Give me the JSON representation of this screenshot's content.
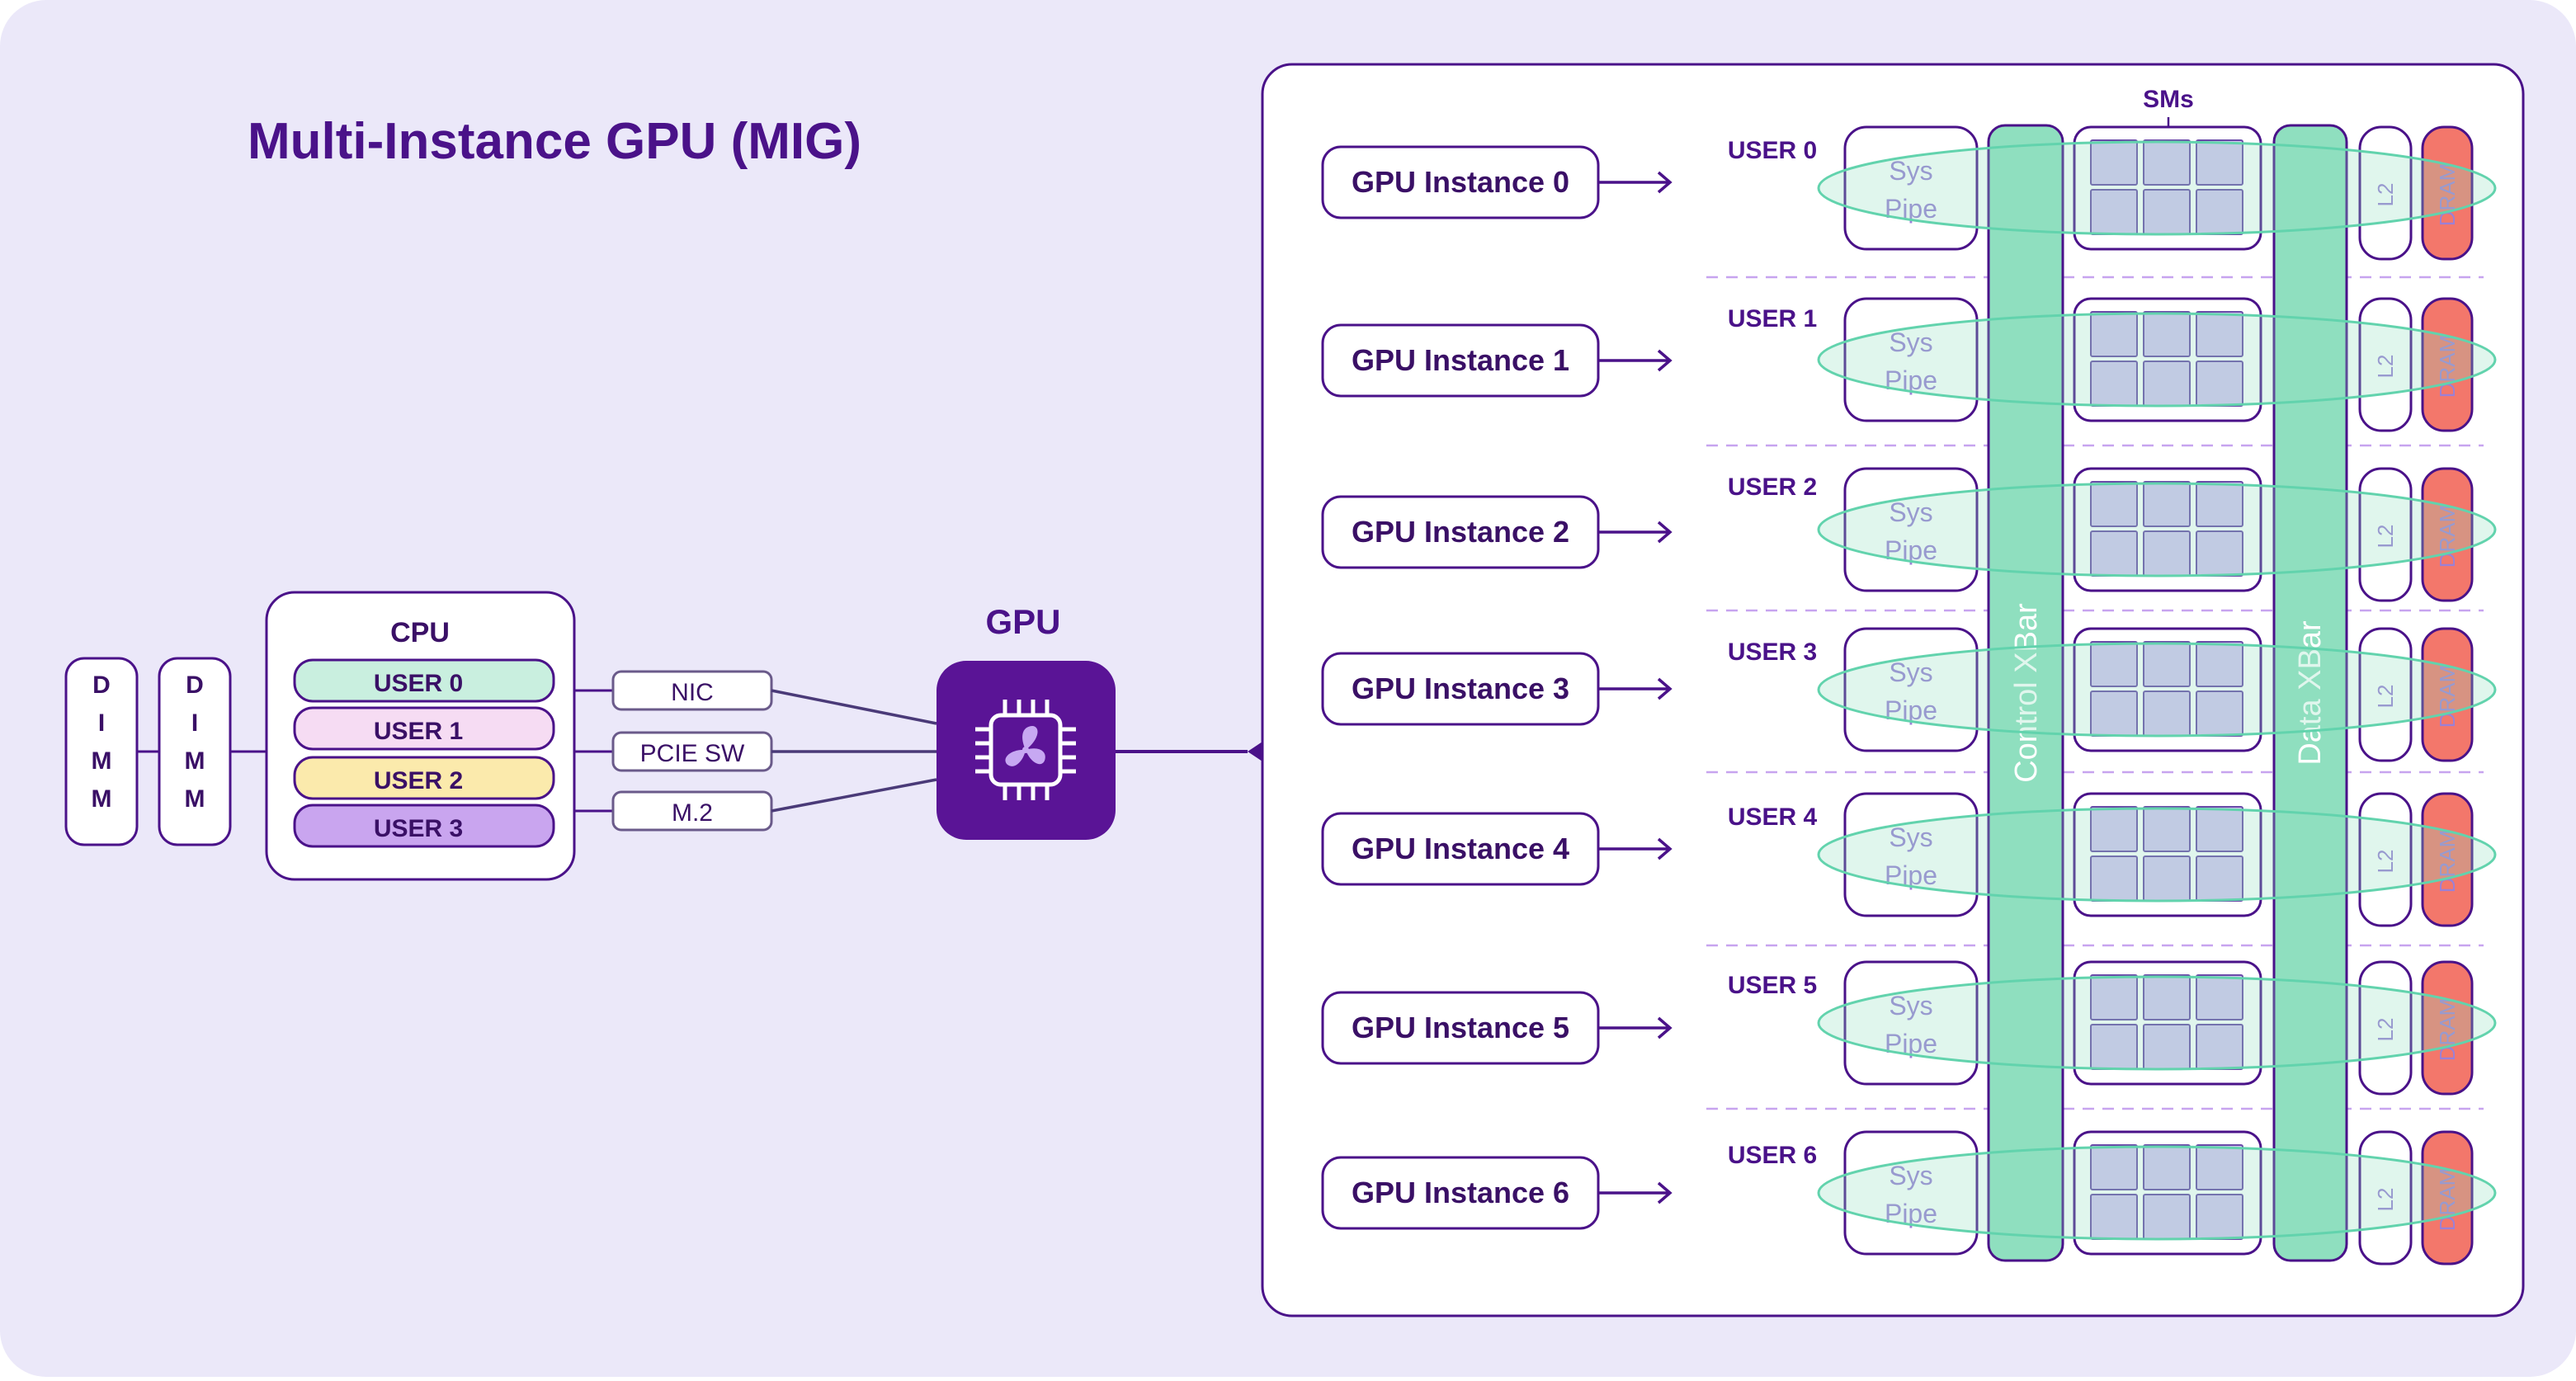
{
  "title": "Multi-Instance GPU (MIG)",
  "dimm_label": "DIMM",
  "cpu": {
    "label": "CPU",
    "users": [
      {
        "label": "USER 0",
        "color": "#c9efdf"
      },
      {
        "label": "USER 1",
        "color": "#f6dcf3"
      },
      {
        "label": "USER 2",
        "color": "#fbeaac"
      },
      {
        "label": "USER 3",
        "color": "#c9a5ef"
      }
    ]
  },
  "io": {
    "nic": "NIC",
    "pcie": "PCIE SW",
    "m2": "M.2"
  },
  "gpu_label": "GPU",
  "sms_label": "SMs",
  "sys_pipe": {
    "line1": "Sys",
    "line2": "Pipe"
  },
  "l2_label": "L2",
  "dram_label": "DRAM",
  "control_xbar": "Control XBar",
  "data_xbar": "Data XBar",
  "instances": [
    {
      "label": "GPU Instance 0",
      "user": "USER 0"
    },
    {
      "label": "GPU Instance 1",
      "user": "USER 1"
    },
    {
      "label": "GPU Instance 2",
      "user": "USER 2"
    },
    {
      "label": "GPU Instance 3",
      "user": "USER 3"
    },
    {
      "label": "GPU Instance 4",
      "user": "USER 4"
    },
    {
      "label": "GPU Instance 5",
      "user": "USER 5"
    },
    {
      "label": "GPU Instance 6",
      "user": "USER 6"
    }
  ],
  "colors": {
    "background": "#ebe8f9",
    "primary": "#4a1289",
    "gpu_chip": "#5a1496",
    "xbar_green": "#8fdfbf",
    "sm_fill": "#d4c4f2",
    "dram_red": "#f3776b",
    "ellipse_stroke": "#62d3ad"
  }
}
